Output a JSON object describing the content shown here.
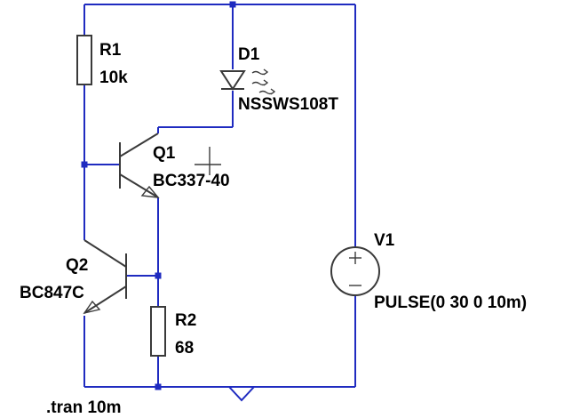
{
  "components": {
    "r1": {
      "ref": "R1",
      "value": "10k"
    },
    "d1": {
      "ref": "D1",
      "value": "NSSWS108T"
    },
    "q1": {
      "ref": "Q1",
      "value": "BC337-40"
    },
    "q2": {
      "ref": "Q2",
      "value": "BC847C"
    },
    "r2": {
      "ref": "R2",
      "value": "68"
    },
    "v1": {
      "ref": "V1",
      "value": "PULSE(0 30 0 10m)"
    }
  },
  "directive": ".tran 10m",
  "colors": {
    "wire": "#1f2bc0",
    "component": "#3a3a3a",
    "text": "#000000",
    "background": "#ffffff"
  }
}
